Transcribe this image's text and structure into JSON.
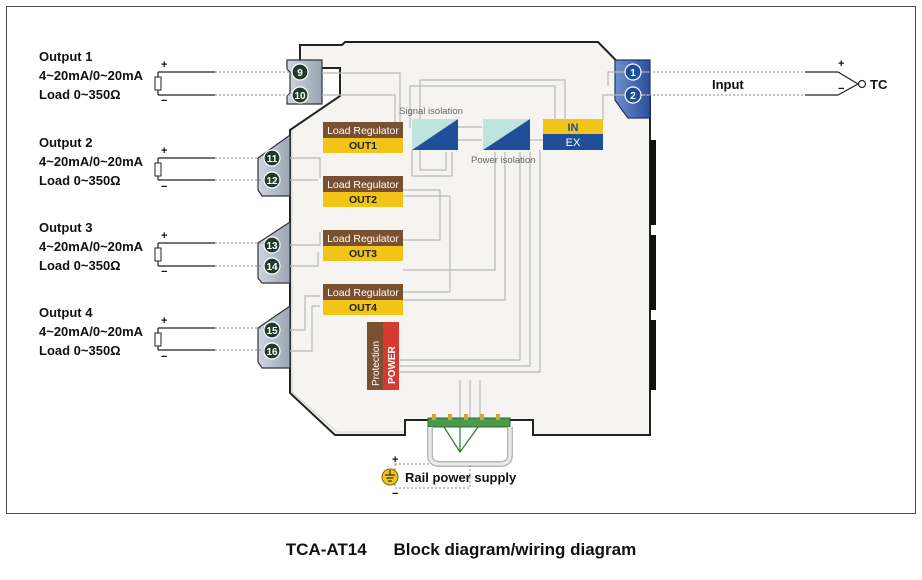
{
  "outputs": [
    {
      "title": "Output 1",
      "range": "4~20mA/0~20mA",
      "load": "Load 0~350Ω",
      "plus": "+",
      "minus": "−",
      "terminals": [
        "9",
        "10"
      ]
    },
    {
      "title": "Output 2",
      "range": "4~20mA/0~20mA",
      "load": "Load 0~350Ω",
      "plus": "+",
      "minus": "−",
      "terminals": [
        "11",
        "12"
      ]
    },
    {
      "title": "Output 3",
      "range": "4~20mA/0~20mA",
      "load": "Load 0~350Ω",
      "plus": "+",
      "minus": "−",
      "terminals": [
        "13",
        "14"
      ]
    },
    {
      "title": "Output 4",
      "range": "4~20mA/0~20mA",
      "load": "Load 0~350Ω",
      "plus": "+",
      "minus": "−",
      "terminals": [
        "15",
        "16"
      ]
    }
  ],
  "input": {
    "label": "Input",
    "plus": "+",
    "minus": "−",
    "sensor": "TC",
    "terminals": [
      "1",
      "2"
    ]
  },
  "blocks": {
    "load_regulator": "Load Regulator",
    "out_labels": [
      "OUT1",
      "OUT2",
      "OUT3",
      "OUT4"
    ],
    "signal_isolation": "Signal isolation",
    "power_isolation": "Power isolation",
    "in_label": "IN",
    "ex_label": "EX",
    "protection": "Protection",
    "power": "POWER"
  },
  "rail": {
    "label": "Rail power supply",
    "plus": "+",
    "minus": "−"
  },
  "caption": {
    "model": "TCA-AT14",
    "title": "Block diagram/wiring diagram"
  }
}
